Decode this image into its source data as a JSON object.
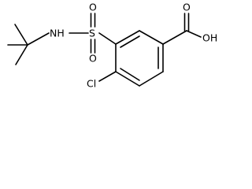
{
  "molecule": {
    "atoms": {
      "nitrogen_hydrogen": "NH",
      "sulfur": "S",
      "oxygen_top": "O",
      "oxygen_bottom": "O",
      "hydroxyl": "OH",
      "carbonyl_oxygen": "O",
      "chlorine": "Cl"
    }
  }
}
